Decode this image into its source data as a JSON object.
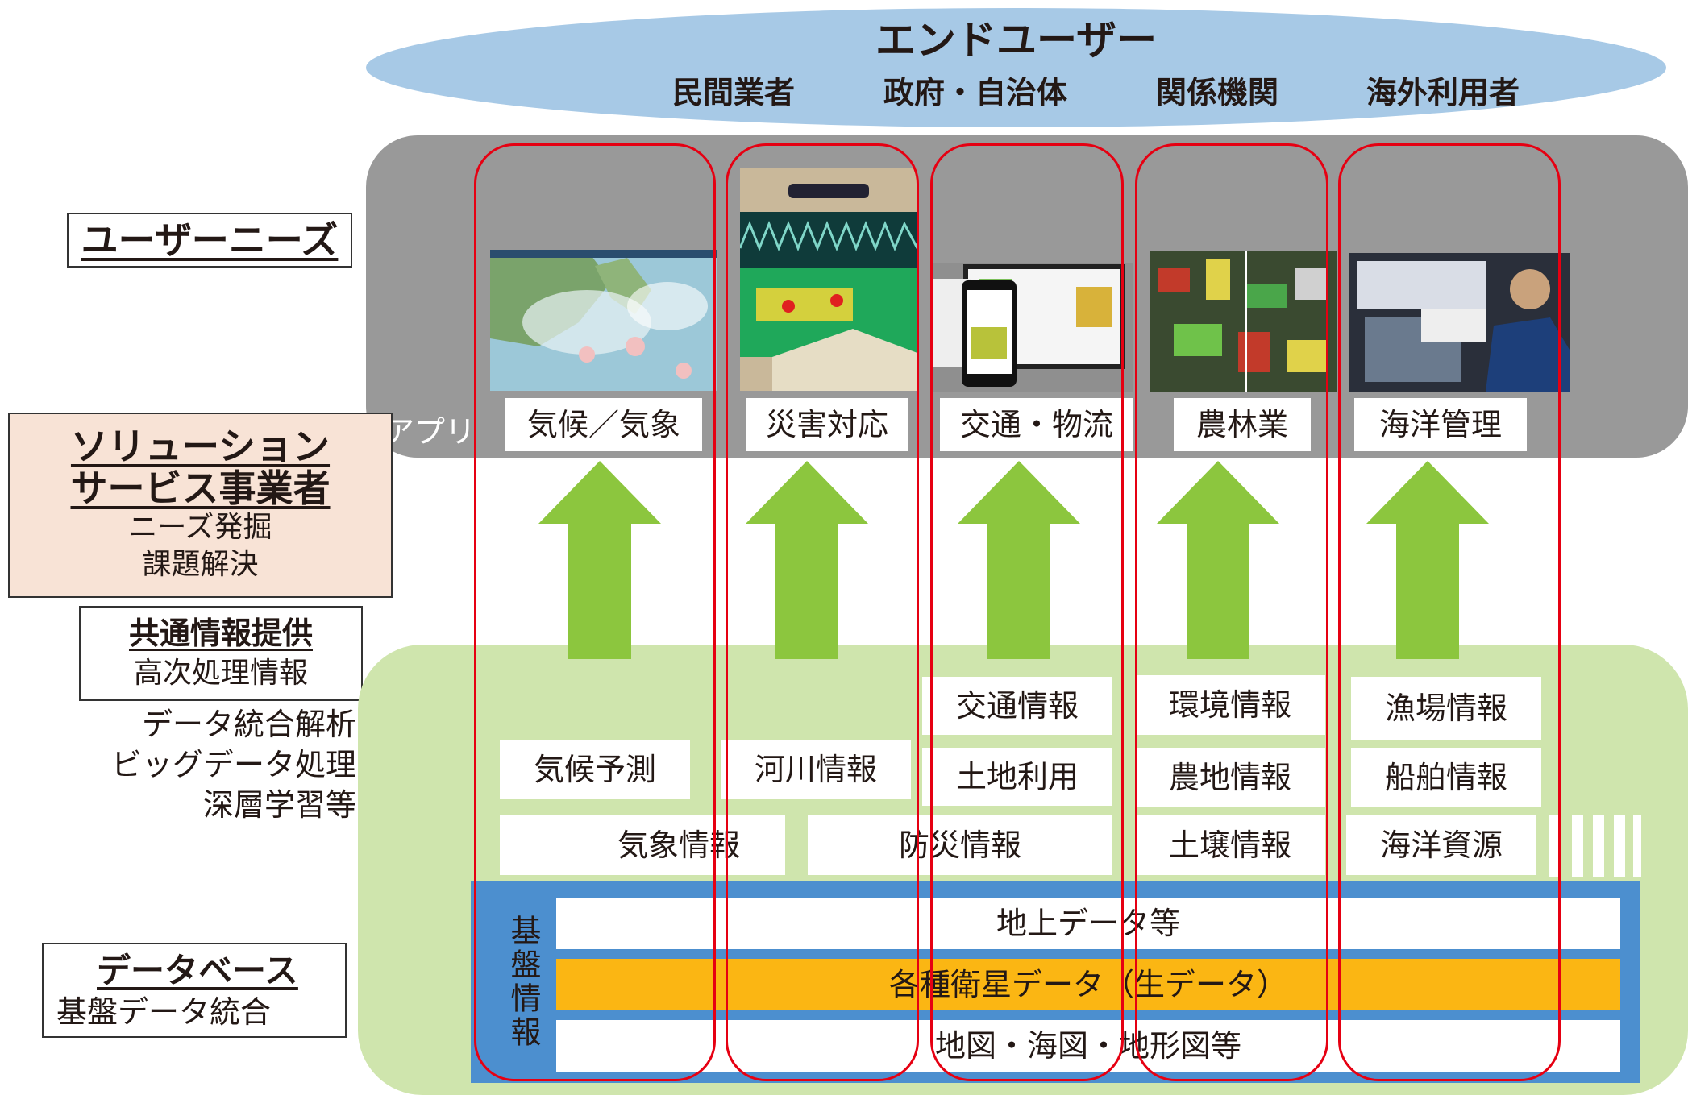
{
  "end_user": {
    "title": "エンドユーザー",
    "segments": [
      "民間業者",
      "政府・自治体",
      "関係機関",
      "海外利用者"
    ]
  },
  "left_labels": {
    "user_needs": "ユーザーニーズ",
    "solution_title_1": "ソリューション",
    "solution_title_2": "サービス事業者",
    "solution_sub_1": "ニーズ発掘",
    "solution_sub_2": "課題解決",
    "common_info_title": "共通情報提供",
    "common_info_sub": "高次処理情報",
    "analysis_1": "データ統合解析",
    "analysis_2": "ビッグデータ処理",
    "analysis_3": "深層学習等",
    "database_title": "データベース",
    "database_sub": "基盤データ統合"
  },
  "app_row": {
    "label": "アプリ",
    "apps": [
      "気候／気象",
      "災害対応",
      "交通・物流",
      "農林業",
      "海洋管理"
    ]
  },
  "info_boxes": {
    "climate_forecast": "気候予測",
    "weather_info": "気象情報",
    "river_info": "河川情報",
    "disaster_info": "防災情報",
    "traffic_info": "交通情報",
    "land_use": "土地利用",
    "environment_info": "環境情報",
    "farmland_info": "農地情報",
    "soil_info": "土壌情報",
    "fishing_info": "漁場情報",
    "ship_info": "船舶情報",
    "ocean_resources": "海洋資源"
  },
  "foundation": {
    "label": "基盤情報",
    "rows": [
      "地上データ等",
      "各種衛星データ（生データ）",
      "地図・海図・地形図等"
    ]
  },
  "colors": {
    "ellipse": "#a7c9e6",
    "app_band": "#999999",
    "green_band": "#cfe5ad",
    "arrow": "#8cc63e",
    "foundation": "#4c8fcf",
    "satellite_row": "#fbb613",
    "frame": "#e60012",
    "solution_box": "#f8e3d6"
  }
}
